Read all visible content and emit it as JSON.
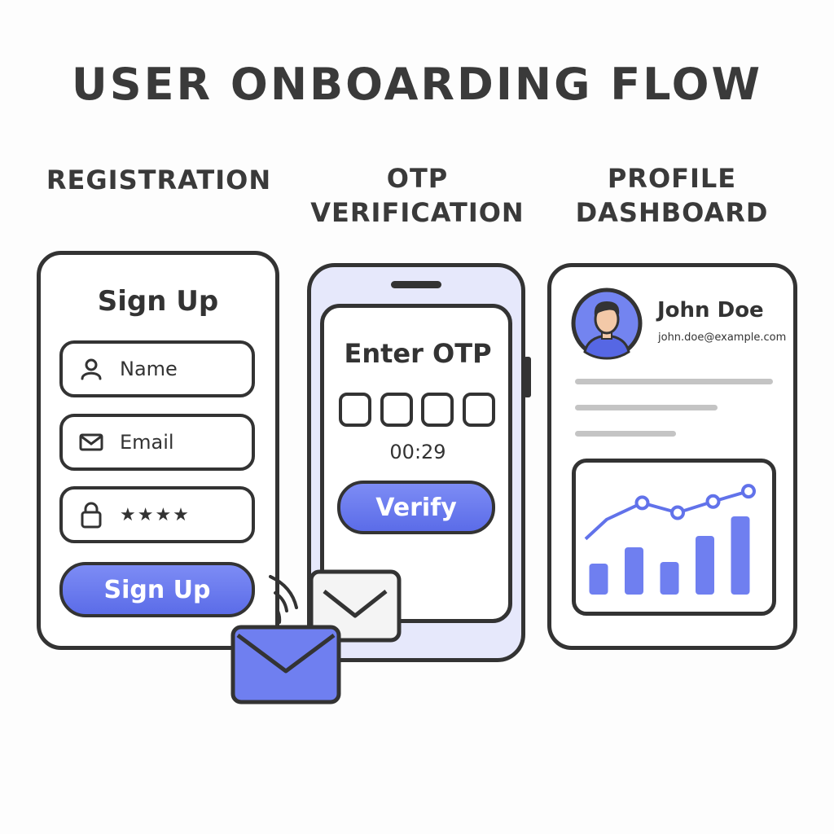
{
  "title": "USER ONBOARDING FLOW",
  "columns": {
    "registration": {
      "label": "REGISTRATION"
    },
    "otp": {
      "label_line1": "OTP",
      "label_line2": "VERIFICATION"
    },
    "profile": {
      "label_line1": "PROFILE",
      "label_line2": "DASHBOARD"
    }
  },
  "signup": {
    "heading": "Sign Up",
    "name_placeholder": "Name",
    "email_placeholder": "Email",
    "password_value": "★★★★",
    "button_label": "Sign Up"
  },
  "otp_screen": {
    "heading": "Enter OTP",
    "timer": "00:29",
    "button_label": "Verify"
  },
  "profile_card": {
    "name": "John Doe",
    "email": "john.doe@example.com",
    "chart": {
      "bars": [
        0.38,
        0.58,
        0.4,
        0.72,
        0.96
      ],
      "line": [
        0.35,
        0.72,
        0.5,
        0.75,
        0.98
      ]
    }
  },
  "colors": {
    "accent": "#6172ea",
    "accent_light": "#e6e8fb",
    "outline": "#333333"
  },
  "icons": [
    "person-icon",
    "mail-icon",
    "lock-icon",
    "envelope-icon"
  ]
}
